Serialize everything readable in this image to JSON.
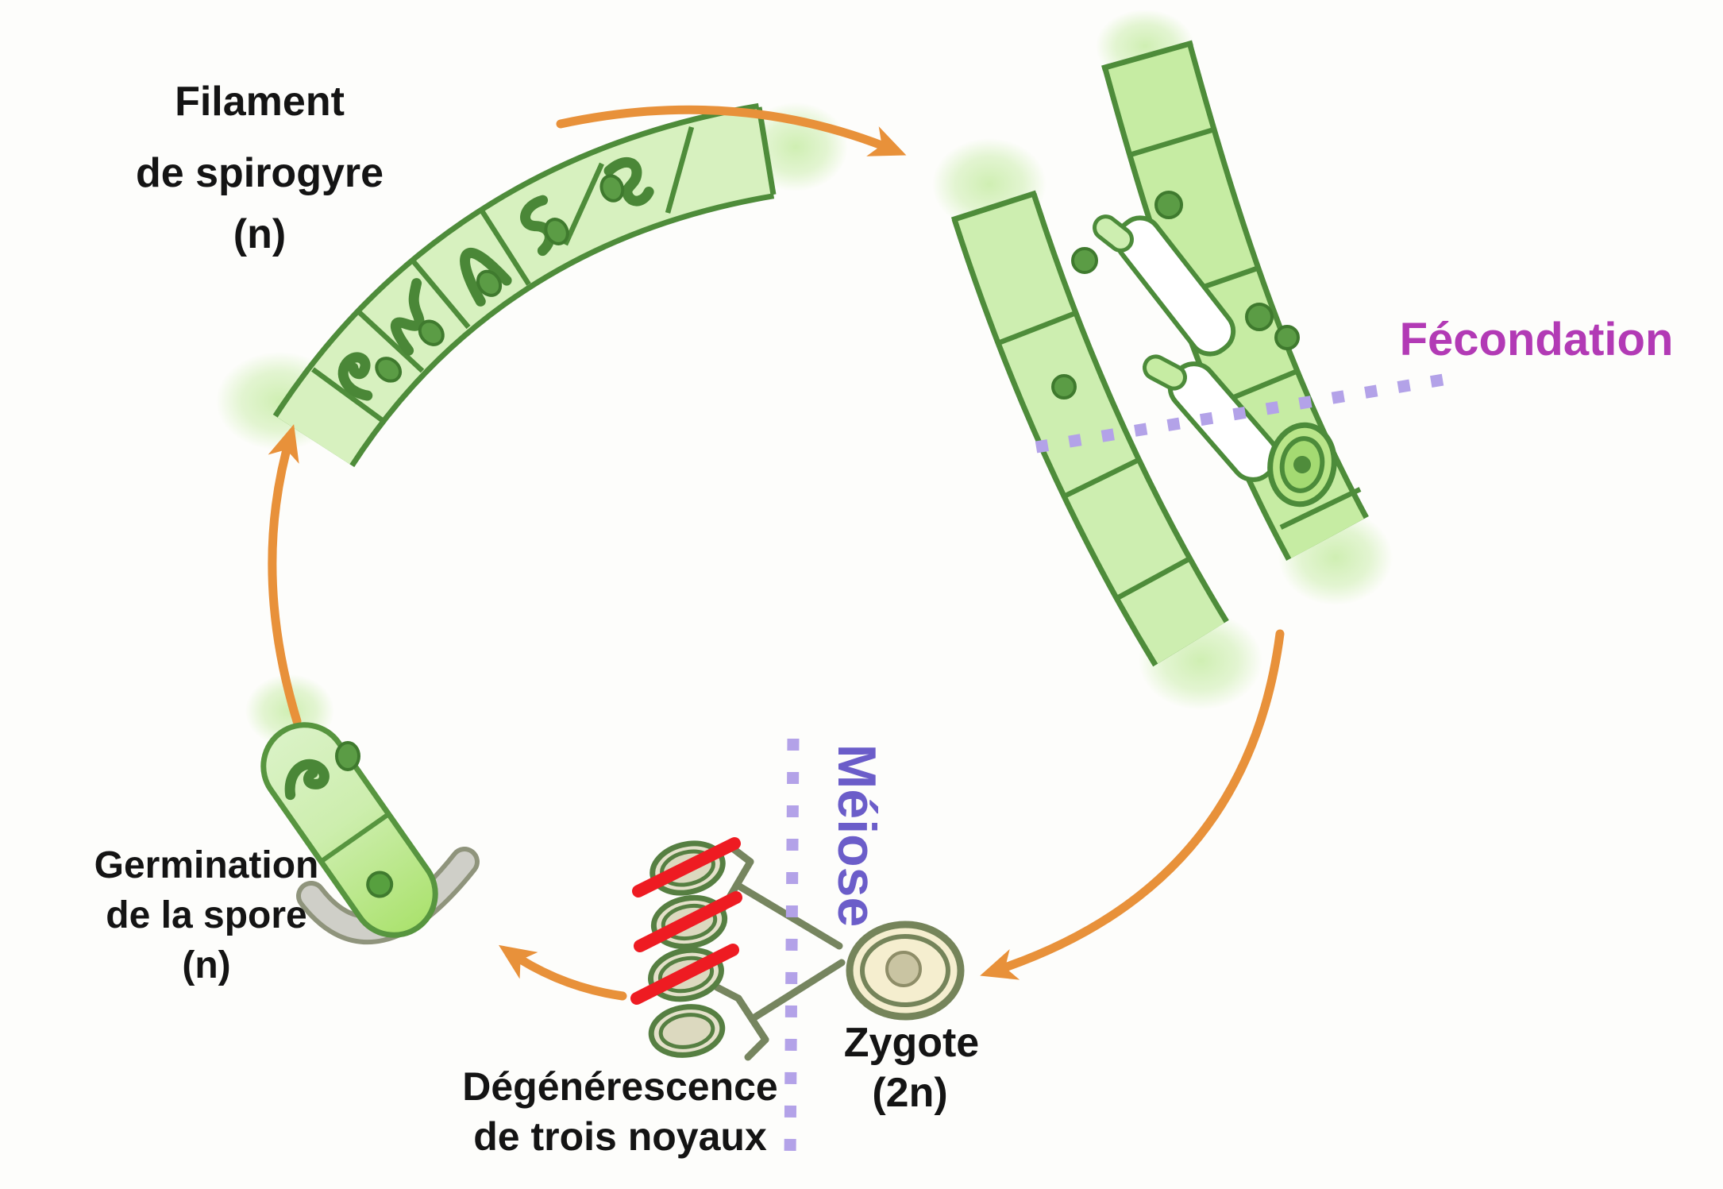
{
  "labels": {
    "filament": [
      "Filament",
      "de spirogyre",
      "(n)"
    ],
    "fecondation": "Fécondation",
    "meiose": "Méiose",
    "zygote": [
      "Zygote",
      "(2n)"
    ],
    "degenerescence": [
      "Dégénérescence",
      "de trois noyaux"
    ],
    "germination": [
      "Germination",
      "de la spore",
      "(n)"
    ]
  },
  "colors": {
    "arrow_orange": "#e8913a",
    "fecondation_magenta": "#b23ab5",
    "meiose_purple": "#6b5dc9",
    "dotted_line_purple": "#b3a2e8",
    "strike_red": "#ee1b22",
    "cell_edge_green": "#4e8c3a",
    "label_black": "#141414"
  }
}
